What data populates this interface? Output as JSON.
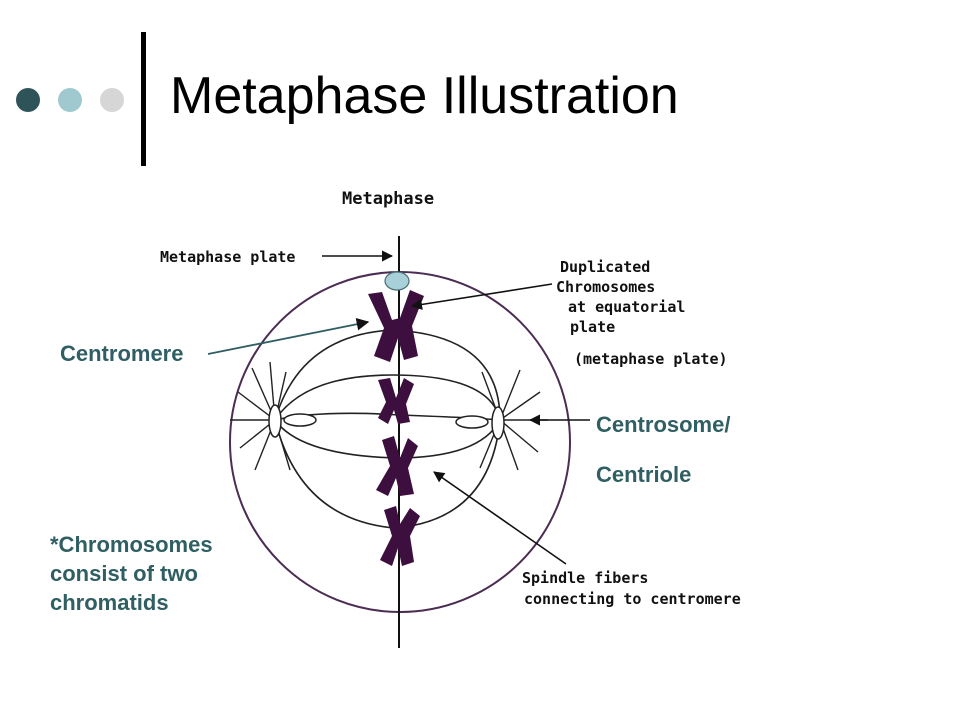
{
  "slide": {
    "title": "Metaphase Illustration",
    "colors": {
      "dot_dark": "#2e5358",
      "dot_mid": "#9fc8cf",
      "dot_light": "#d6d6d6",
      "annotation_text": "#2f5e63",
      "chromosome": "#3d0f3f",
      "cell_outline": "#4b2c52",
      "centromere_dot": "#a8d0d8"
    }
  },
  "diagram": {
    "heading": "Metaphase",
    "labels": {
      "metaphase_plate": "Metaphase plate",
      "duplicated_line1": "Duplicated",
      "duplicated_line2": "Chromosomes",
      "duplicated_line3": "at equatorial",
      "duplicated_line4": "plate",
      "duplicated_line5": "(metaphase plate)",
      "spindle_line1": "Spindle fibers",
      "spindle_line2": "connecting to centromere"
    }
  },
  "annotations": {
    "centromere": "Centromere",
    "centrosome_line1": "Centrosome/",
    "centrosome_line2": "Centriole",
    "note_line1": "*Chromosomes",
    "note_line2": "consist of two",
    "note_line3": "chromatids"
  }
}
